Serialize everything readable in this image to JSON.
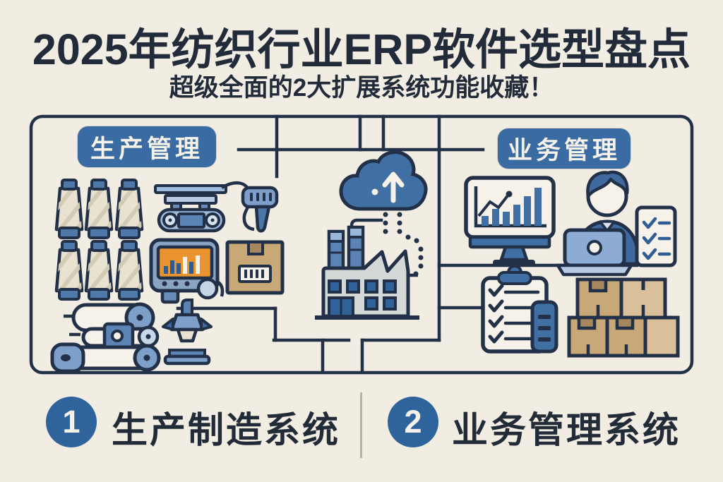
{
  "header": {
    "title": "2025年纺织行业ERP软件选型盘点",
    "subtitle": "超级全面的2大扩展系统功能收藏！"
  },
  "diagram": {
    "production_label": "生产管理",
    "business_label": "业务管理",
    "icons": [
      "yarn-cones",
      "weaving-loom",
      "barcode-scanner",
      "control-panel-machine",
      "barcode-box",
      "fabric-roll-machine",
      "microscope",
      "cloud-upload",
      "factory",
      "analytics-monitor",
      "operator-laptop",
      "checklist-note",
      "clipboard-checklist",
      "handheld-device",
      "cargo-boxes"
    ]
  },
  "footer": {
    "item1": {
      "number": "1",
      "label": "生产制造系统"
    },
    "item2": {
      "number": "2",
      "label": "业务管理系统"
    }
  },
  "colors": {
    "background": "#f2ede2",
    "outline_navy": "#223048",
    "accent_blue": "#3a6ca3",
    "badge_blue": "#2e639c",
    "window_blue": "#2f6399",
    "light_blue": "#9fbbdc",
    "screen_orange": "#ea9430",
    "carton_tan": "#c9a877",
    "carton_light": "#d9c09a",
    "paper_cream": "#f6f2e9"
  }
}
